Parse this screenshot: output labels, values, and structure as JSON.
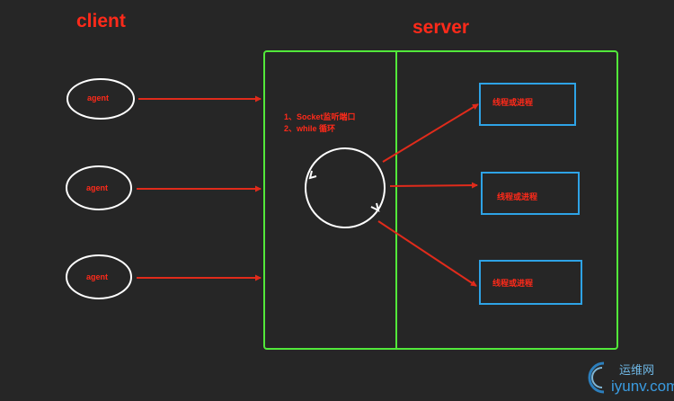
{
  "client_title": "client",
  "server_title": "server",
  "agents": [
    {
      "label": "agent"
    },
    {
      "label": "agent"
    },
    {
      "label": "agent"
    }
  ],
  "server_notes": [
    "1、Socket监听端口",
    "2、while 循环"
  ],
  "workers": [
    {
      "label": "线程或进程"
    },
    {
      "label": "线程或进程"
    },
    {
      "label": "线程或进程"
    }
  ],
  "watermark": {
    "cn": "运维网",
    "en": "iyunv.com"
  },
  "colors": {
    "background": "#262626",
    "heading_red": "#ff2a1a",
    "arrow_red": "#e02b1b",
    "server_green": "#52e83a",
    "worker_blue": "#2ea3e6",
    "outline_white": "#ffffff"
  }
}
